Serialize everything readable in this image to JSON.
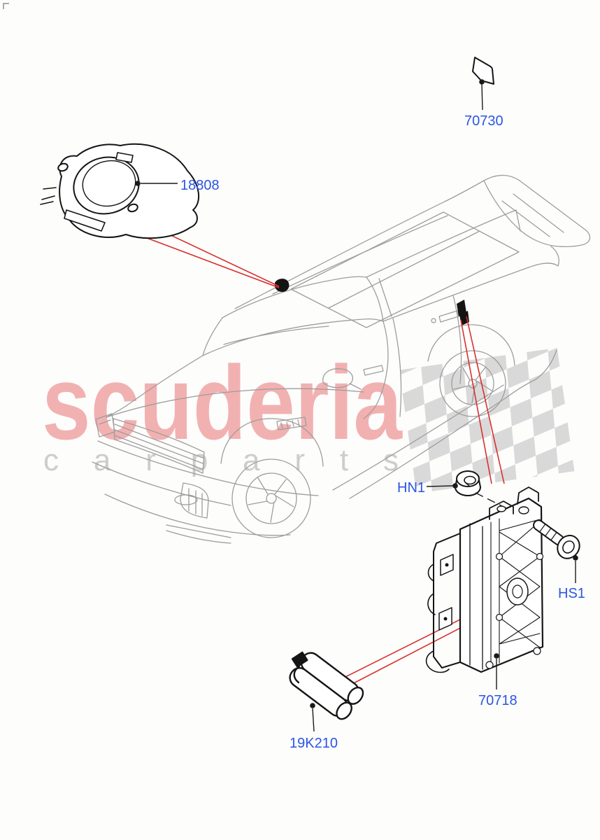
{
  "watermark": {
    "brand": "scuderia",
    "tagline": "c a r   p a r t s",
    "brand_color": "#f2b1b1",
    "tagline_color": "#cdcdcd",
    "checker_color": "#d9d9d9"
  },
  "diagram": {
    "description_colors": {
      "part_label_blue": "#2b55e2",
      "callout_red": "#d9302e",
      "component_ink": "#141414",
      "vehicle_gray": "#9d9d9d"
    },
    "parts": {
      "p70730": {
        "id": "70730"
      },
      "p18808": {
        "id": "18808"
      },
      "hn1": {
        "id": "HN1"
      },
      "hs1": {
        "id": "HS1"
      },
      "p70718": {
        "id": "70718"
      },
      "p19k210": {
        "id": "19K210"
      }
    }
  }
}
